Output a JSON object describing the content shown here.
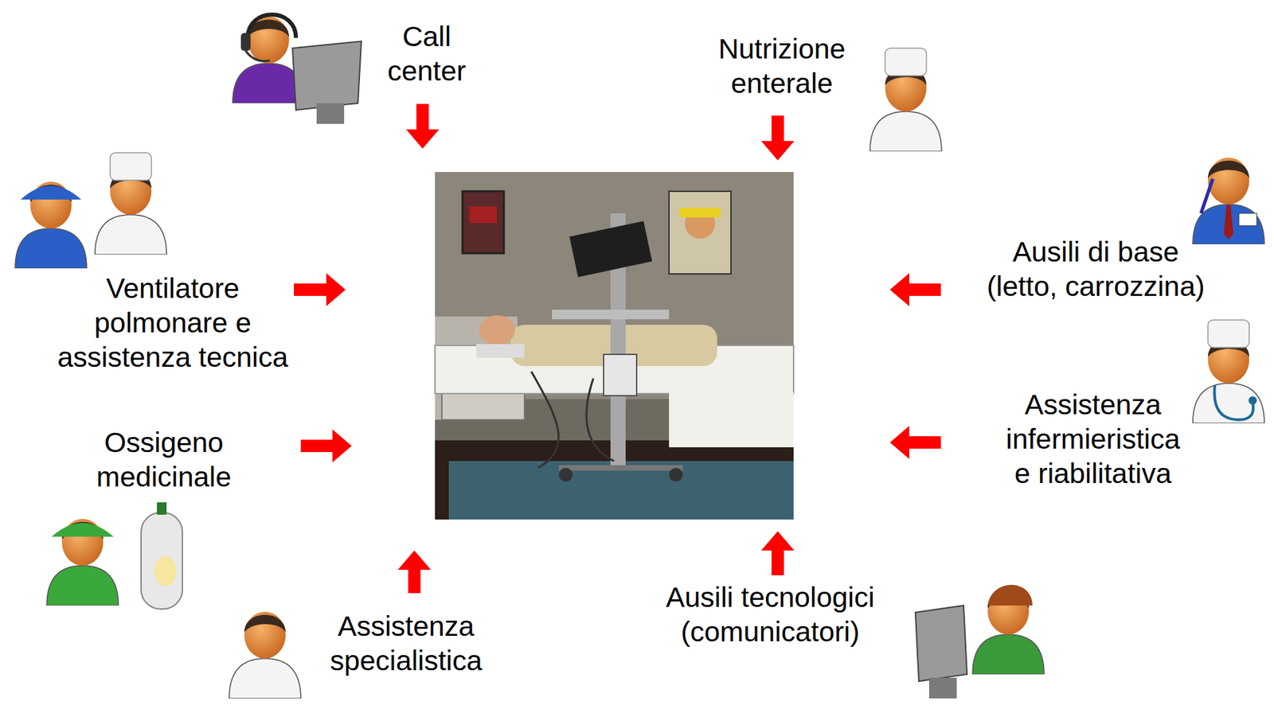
{
  "diagram": {
    "labels": [
      "Call center",
      "Nutrizione enterale",
      "Ventilatore polmonare e assistenza tecnica",
      "Ossigeno medicinale",
      "Assistenza specialistica",
      "Ausili tecnologici (comunicatori)",
      "Ausili di base (letto, carrozzina)",
      "Assistenza infermieristica e riabilitativa"
    ]
  }
}
